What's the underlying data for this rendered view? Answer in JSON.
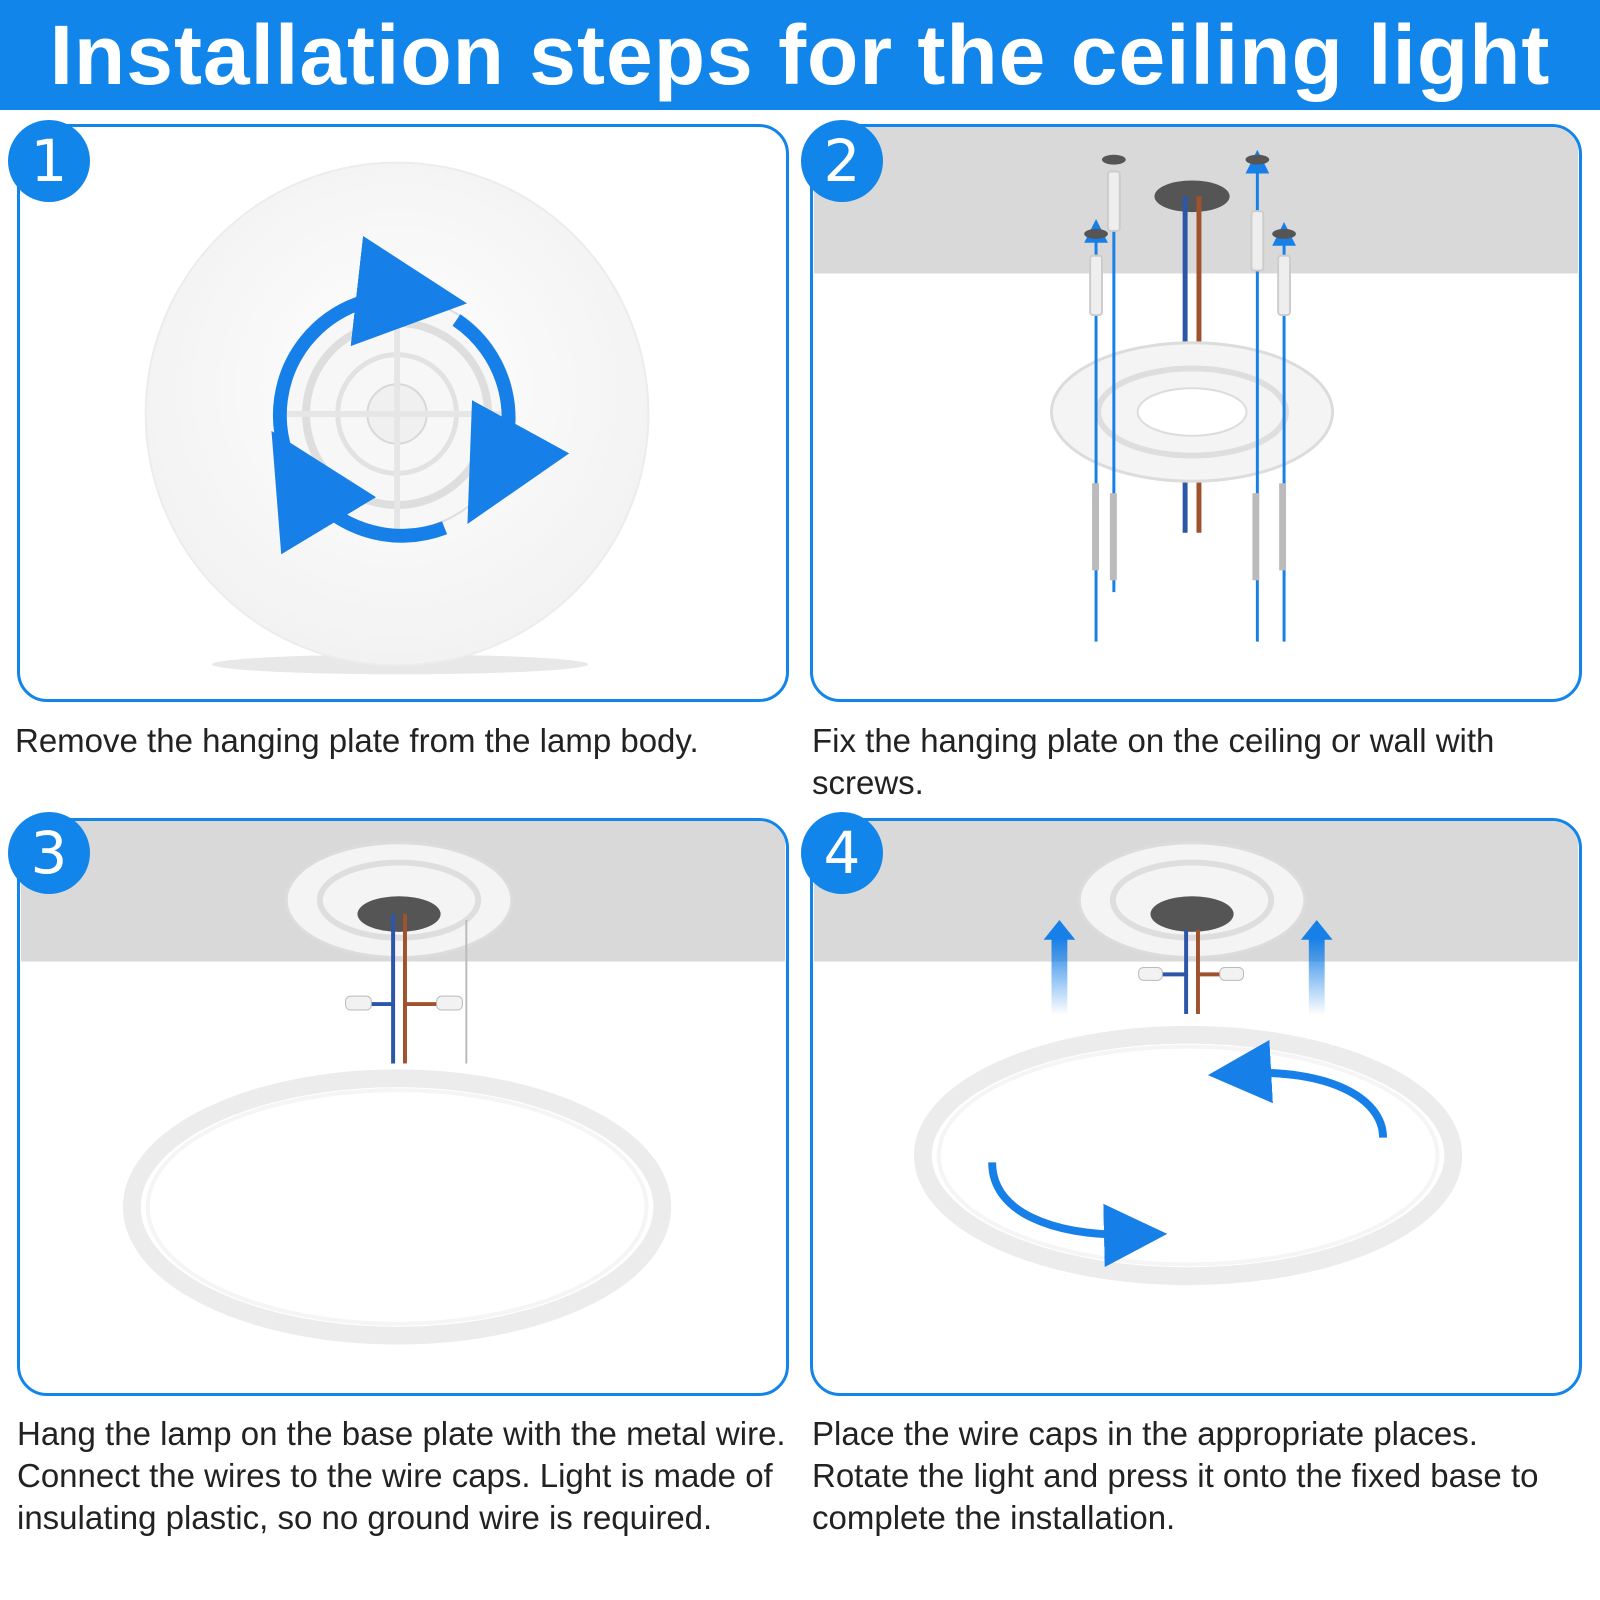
{
  "header": {
    "title": "Installation steps for the ceiling light"
  },
  "colors": {
    "accent": "#1185ea",
    "ceiling": "#d9d9d9",
    "caption_text": "#222222"
  },
  "steps": [
    {
      "number": "1",
      "caption": "Remove the hanging plate from the lamp body."
    },
    {
      "number": "2",
      "caption": "Fix the hanging plate on the ceiling or wall with screws."
    },
    {
      "number": "3",
      "caption": "Hang the lamp on the base plate with the metal wire. Connect the wires to the wire caps. Light is made of insulating plastic, so no ground wire is required."
    },
    {
      "number": "4",
      "caption": "Place the wire caps in the appropriate places. Rotate the light and press it onto the fixed base to complete the installation."
    }
  ]
}
